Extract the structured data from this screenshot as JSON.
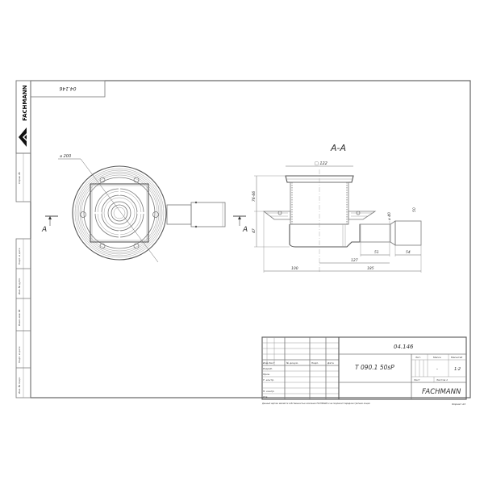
{
  "sheet": {
    "document_number": "04.146",
    "document_number_rotated": "04.146",
    "brand": "FACHMANN",
    "format_label": "Формат А3",
    "footer_note": "Данный чертеж является собственностью компании FACHMANN и не подлежит передаче третьим лицам"
  },
  "left_strip": {
    "cells": [
      "Справ. №",
      "Подп. и дата",
      "Инв. № дубл.",
      "Взам. инв. №",
      "Подп. и дата",
      "Инв. № подл."
    ]
  },
  "plan_view": {
    "diameter_label": "⌀ 200",
    "section_marker": "A"
  },
  "section_view": {
    "title": "A-A",
    "dimensions": {
      "top_width": "□ 122",
      "height_upper": "76-66",
      "height_lower": "47",
      "outlet_dia_1": "⌀ 40",
      "outlet_dia_2": "50",
      "len_51": "51",
      "len_54": "54",
      "len_127": "127",
      "len_100": "100",
      "len_185": "185"
    }
  },
  "title_block": {
    "designation": "04.146",
    "product": "T 090.1 50sP",
    "headers": [
      "Изм.",
      "Лист",
      "№ докум.",
      "Подп.",
      "Дата"
    ],
    "roles": [
      "Разраб.",
      "Пров.",
      "Т. контр.",
      "",
      "Н. контр.",
      "Утв."
    ],
    "lit_label": "Лит.",
    "mass_label": "Масса",
    "scale_label": "Масштаб",
    "mass_value": "-",
    "scale_value": "1:2",
    "sheet_label": "Лист",
    "sheets_label": "Листов 1",
    "company": "FACHMANN"
  }
}
